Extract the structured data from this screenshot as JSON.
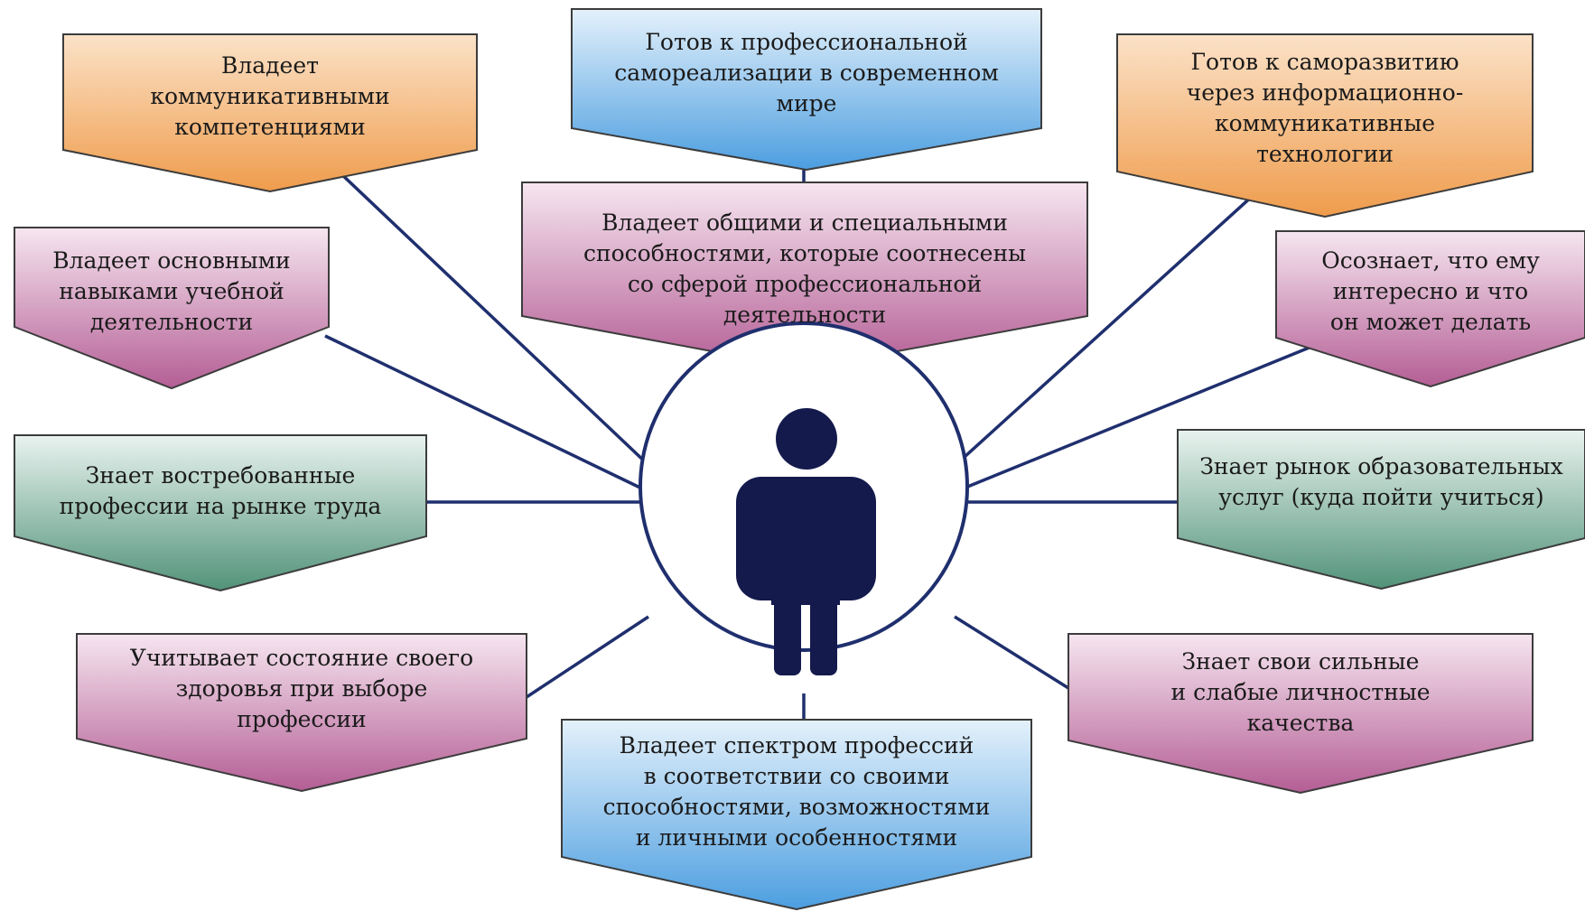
{
  "colors": {
    "orange": [
      "#fbe2c8",
      "#ef9c4c"
    ],
    "blue": [
      "#e4f1fb",
      "#4c9ee0"
    ],
    "purple": [
      "#f6e6f0",
      "#b45e95"
    ],
    "green": [
      "#e9f3ef",
      "#52937a"
    ],
    "border": "#3c3c3c",
    "line": "#1f2f6e",
    "person": "#141a4c"
  },
  "center": {
    "icon": "person-icon"
  },
  "boxes": [
    {
      "id": "top-left",
      "color": "orange",
      "text": "Владеет\nкоммуникативными\nкомпетенциями"
    },
    {
      "id": "top-center",
      "color": "blue",
      "text": "Готов к профессиональной\nсамореализации в современном\nмире"
    },
    {
      "id": "top-right",
      "color": "orange",
      "text": "Готов к саморазвитию\nчерез информационно-\nкоммуникативные\nтехнологии"
    },
    {
      "id": "center-top",
      "color": "purple",
      "text": "Владеет общими и специальными\nспособностями, которые соотнесены\nсо сферой профессиональной\nдеятельности"
    },
    {
      "id": "left-2",
      "color": "purple",
      "text": "Владеет основными\nнавыками учебной\nдеятельности"
    },
    {
      "id": "right-2",
      "color": "purple",
      "text": "Осознает, что ему\nинтересно и что\nон может делать"
    },
    {
      "id": "left-3",
      "color": "green",
      "text": "Знает востребованные\nпрофессии на рынке труда"
    },
    {
      "id": "right-3",
      "color": "green",
      "text": "Знает рынок образовательных\nуслуг (куда пойти учиться)"
    },
    {
      "id": "left-4",
      "color": "purple",
      "text": "Учитывает состояние своего\nздоровья при выборе\nпрофессии"
    },
    {
      "id": "right-4",
      "color": "purple",
      "text": "Знает свои сильные\nи слабые личностные\nкачества"
    },
    {
      "id": "bottom-center",
      "color": "blue",
      "text": "Владеет спектром профессий\nв соответствии со своими\nспособностями, возможностями\nи личными особенностями"
    }
  ]
}
